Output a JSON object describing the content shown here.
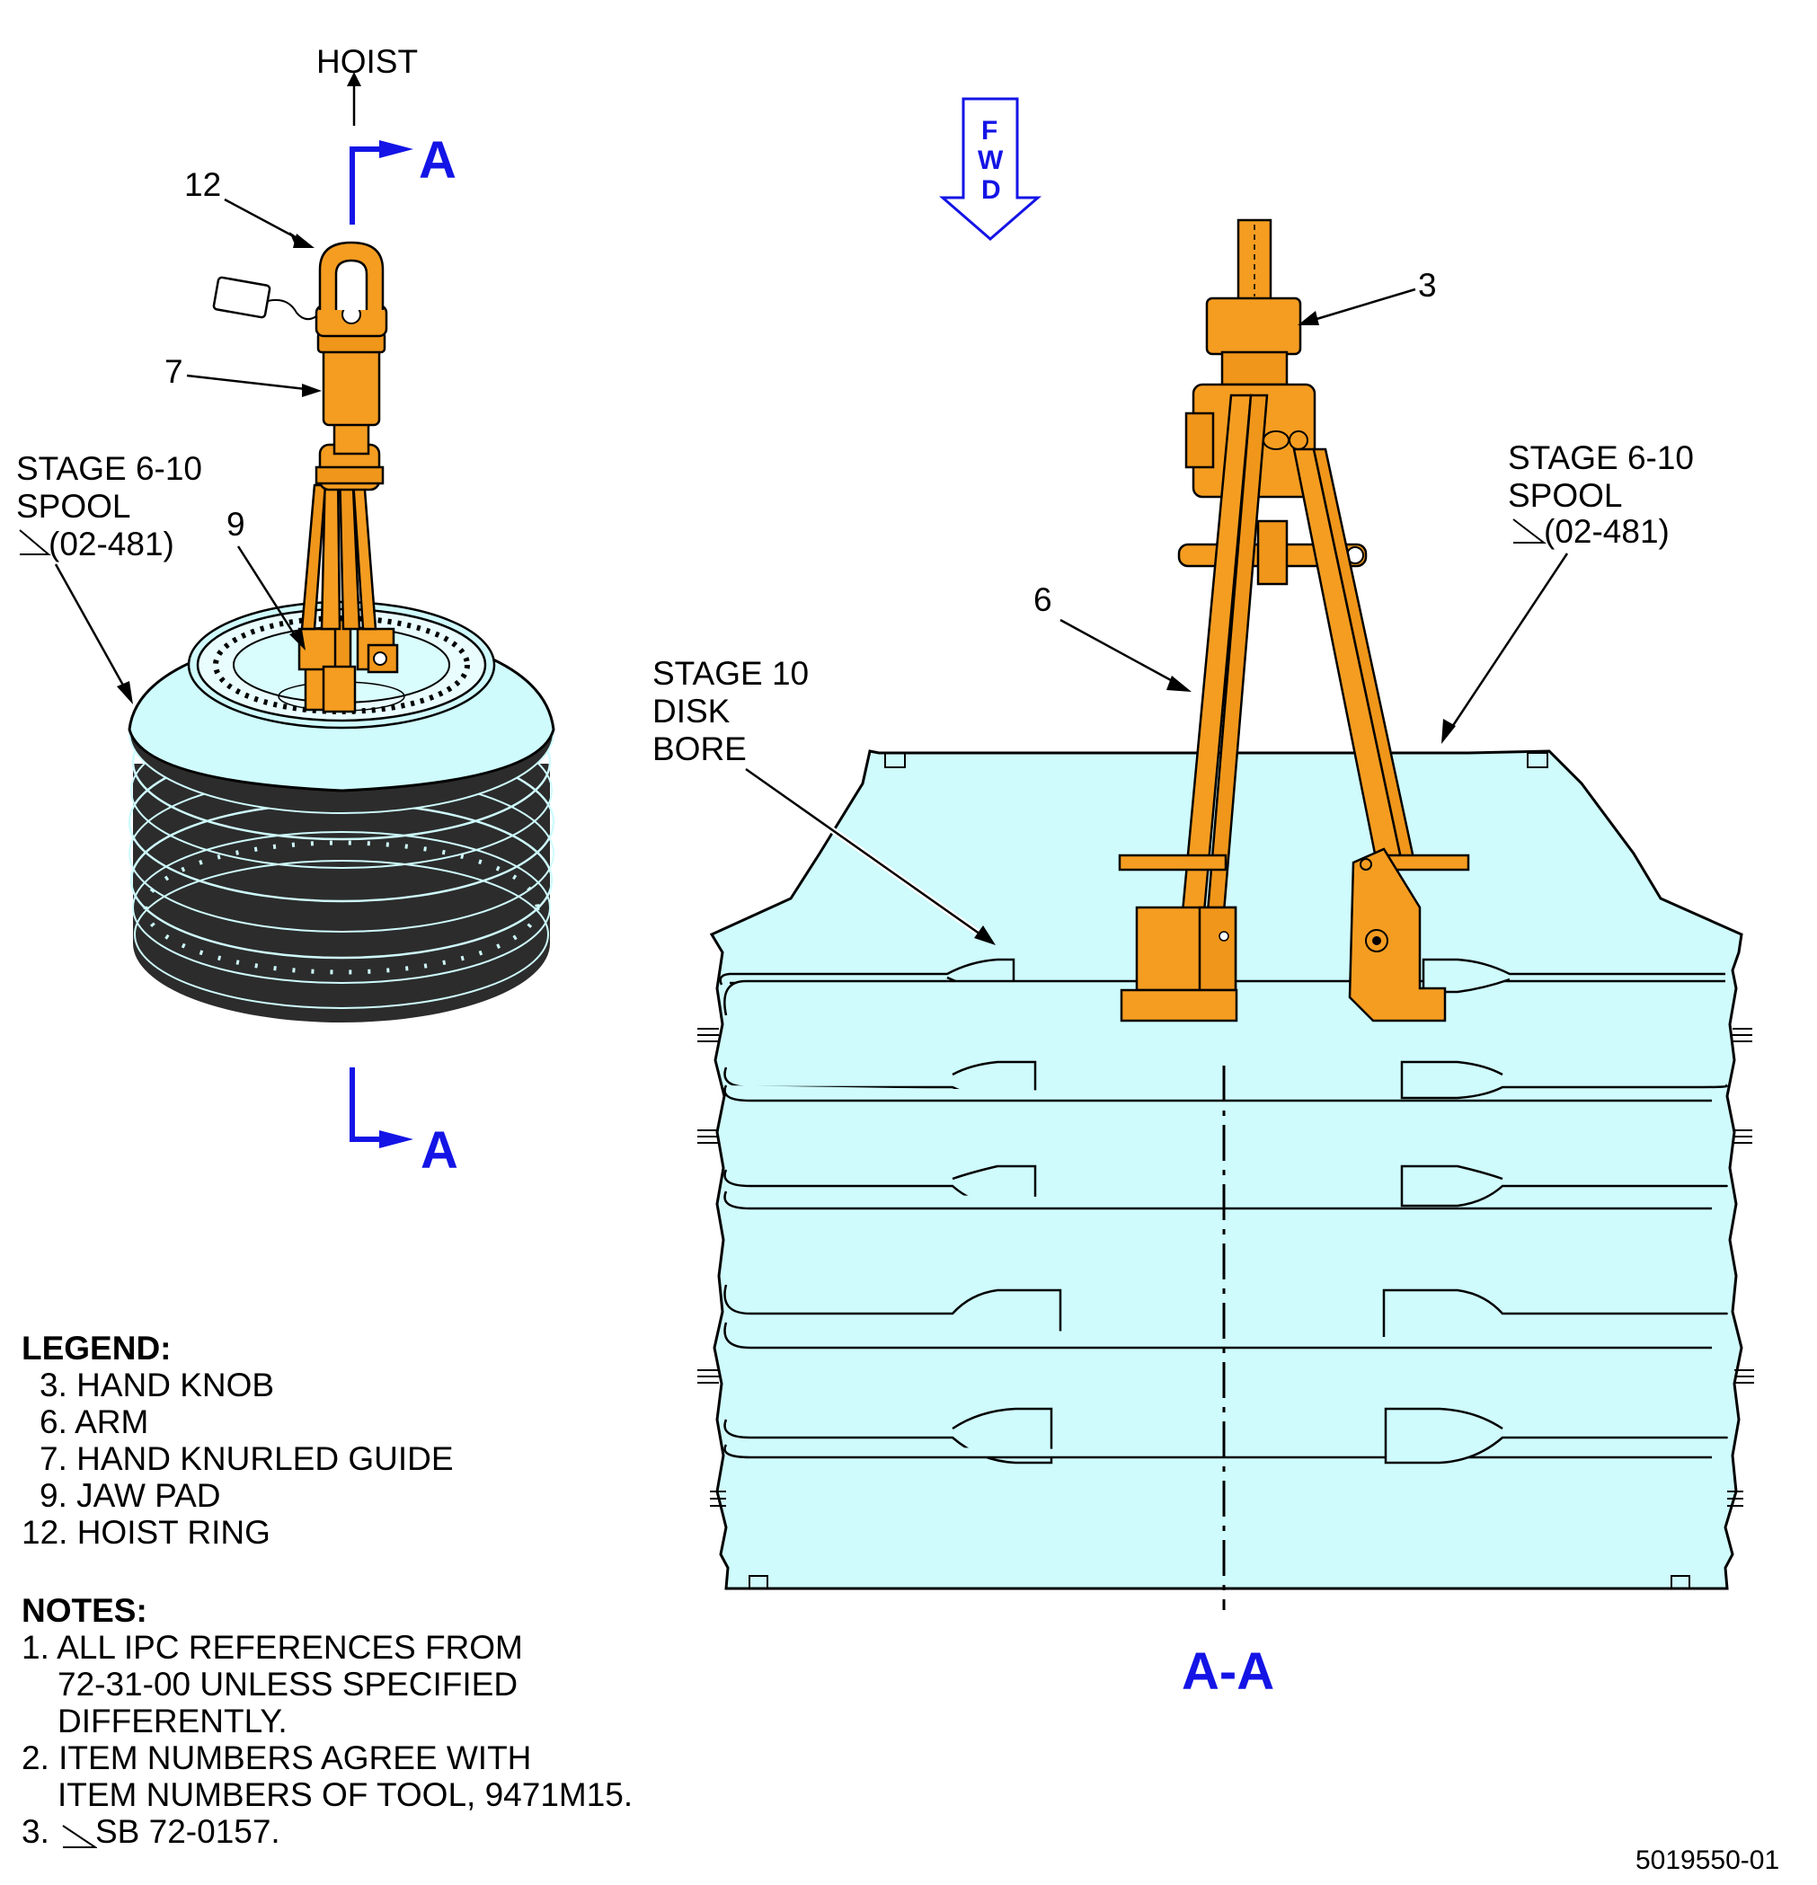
{
  "callouts": {
    "hoist": "HOIST",
    "section_marker_top": "A",
    "section_marker_bottom": "A",
    "item_12": "12",
    "item_7": "7",
    "item_9": "9",
    "item_3": "3",
    "item_6": "6",
    "spool_left": [
      "STAGE 6-10",
      "SPOOL",
      "(02-481)"
    ],
    "spool_right": [
      "STAGE 6-10",
      "SPOOL",
      "(02-481)"
    ],
    "disk_bore": [
      "STAGE 10",
      "DISK",
      "BORE"
    ],
    "fwd": [
      "F",
      "W",
      "D"
    ],
    "section_view": "A-A"
  },
  "legend": {
    "title": "LEGEND:",
    "items": [
      "3. HAND KNOB",
      "6. ARM",
      "7. HAND KNURLED GUIDE",
      "9. JAW PAD",
      "12. HOIST RING"
    ]
  },
  "notes": {
    "title": "NOTES:",
    "items": [
      "1. ALL IPC REFERENCES FROM",
      "72-31-00 UNLESS SPECIFIED",
      "DIFFERENTLY.",
      "2. ITEM NUMBERS AGREE WITH",
      "ITEM NUMBERS OF TOOL, 9471M15.",
      "3.",
      "SB 72-0157."
    ]
  },
  "figure_id": "5019550-01",
  "colors": {
    "tool_orange": "#f59d21",
    "spool_cyan": "#cffbfd",
    "section_blue": "#1414e6"
  }
}
